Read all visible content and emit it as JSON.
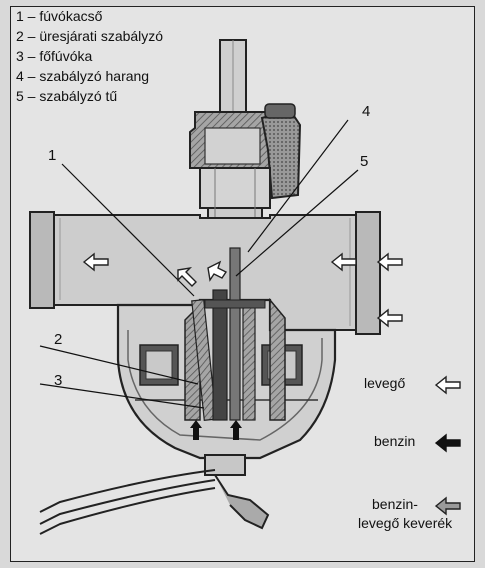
{
  "legend": [
    "1 – fúvókacső",
    "2 – üresjárati szabályzó",
    "3 – főfúvóka",
    "4 – szabályzó harang",
    "5 – szabályzó tű"
  ],
  "callouts": [
    "1",
    "2",
    "3",
    "4",
    "5"
  ],
  "key": {
    "air": "levegő",
    "fuel": "benzin",
    "mix_line1": "benzin-",
    "mix_line2": "levegő keverék"
  },
  "colors": {
    "background": "#e4e4e4",
    "ink": "#111111",
    "metal": "#8a8a8a",
    "metal_dark": "#555555"
  },
  "icons": [
    "air-arrow-icon",
    "fuel-arrow-icon",
    "mixture-arrow-icon"
  ]
}
